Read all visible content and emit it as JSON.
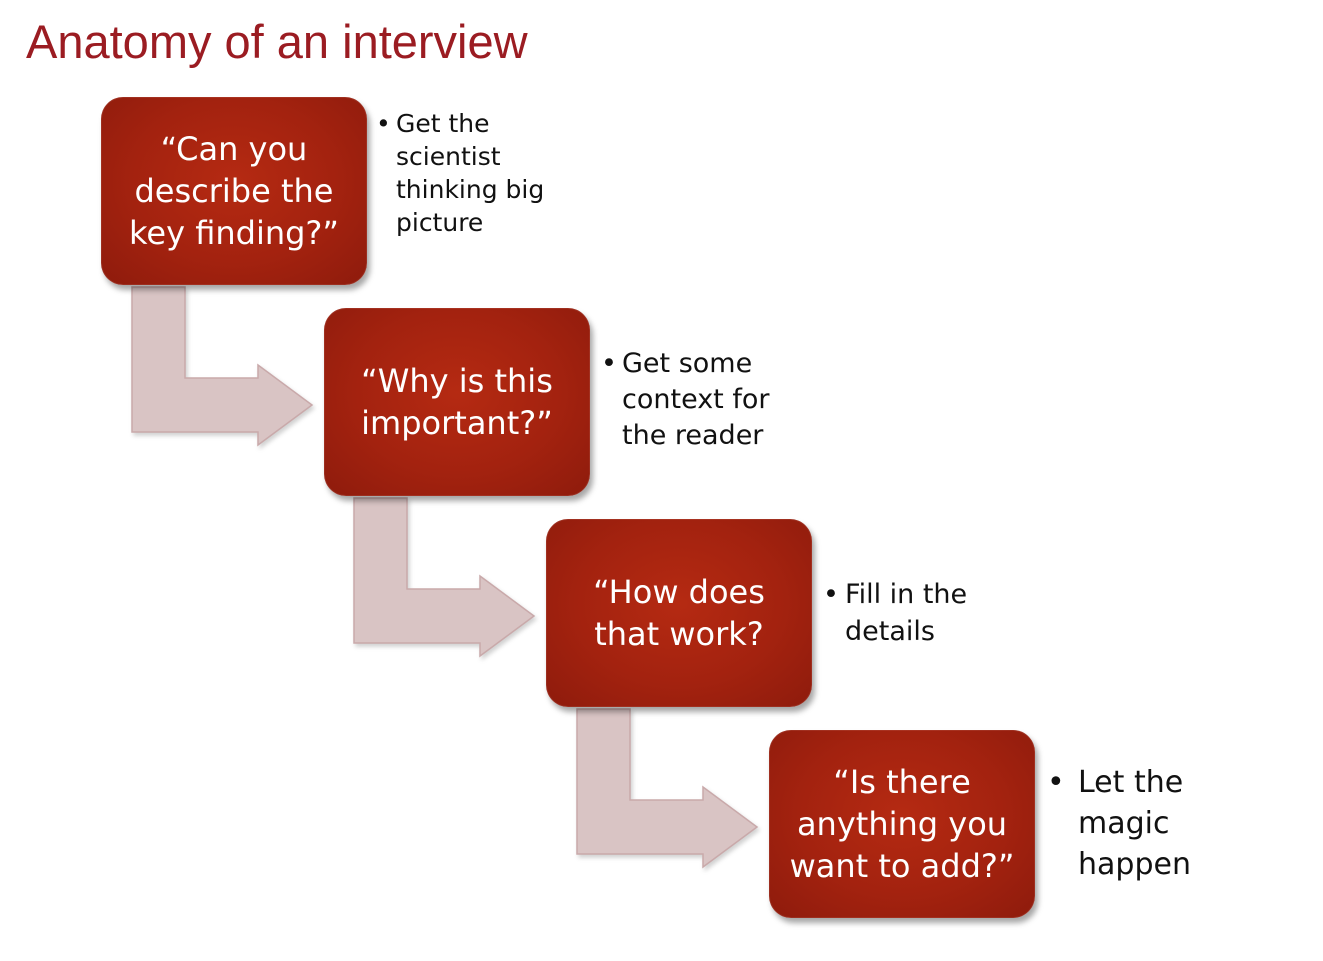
{
  "slide": {
    "title": "Anatomy of an interview"
  },
  "steps": [
    {
      "question": "“Can you\ndescribe the\nkey finding?”",
      "bullet_marker": "•",
      "bullet": "Get the\nscientist\nthinking big\npicture"
    },
    {
      "question": "“Why is this\nimportant?”",
      "bullet_marker": "•",
      "bullet": "Get some\ncontext for\nthe reader"
    },
    {
      "question": "“How does\nthat work?",
      "bullet_marker": "•",
      "bullet": "Fill in the\ndetails"
    },
    {
      "question": "“Is there\nanything you\nwant to add?”",
      "bullet_marker": "•",
      "bullet": "Let the\nmagic\nhappen"
    }
  ],
  "colors": {
    "title": "#9b1c22",
    "box_fill": "#a3220f",
    "arrow_fill": "#d9c4c4",
    "box_text": "#ffffff"
  }
}
